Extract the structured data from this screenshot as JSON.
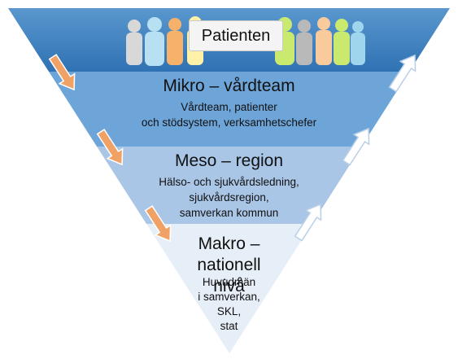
{
  "top": {
    "label": "Patienten"
  },
  "levels": [
    {
      "title": "Mikro – vårdteam",
      "lines": [
        "Vårdteam, patienter",
        "och stödsystem, verksamhetschefer"
      ]
    },
    {
      "title": "Meso – region",
      "lines": [
        "Hälso- och sjukvårdsledning,",
        "sjukvårdsregion,",
        "samverkan kommun"
      ]
    },
    {
      "title_lines": [
        "Makro –",
        "nationell nivå"
      ],
      "lines": [
        "Huvudmän",
        "i samverkan,",
        "SKL,",
        "stat"
      ]
    }
  ],
  "colors": {
    "top_band": "#3a7fc1",
    "band_mikro": "#6ea5d9",
    "band_meso": "#a9c6e6",
    "band_makro": "#e6eef7",
    "arrow_down": "#f0a165",
    "arrow_up": "#ffffff",
    "people": [
      "#d8d8d8",
      "#b7e0f3",
      "#f6b26b",
      "#fff2a8",
      "#c9e96f",
      "#b9b9b9",
      "#f9cb9c",
      "#9fd6ee"
    ]
  }
}
